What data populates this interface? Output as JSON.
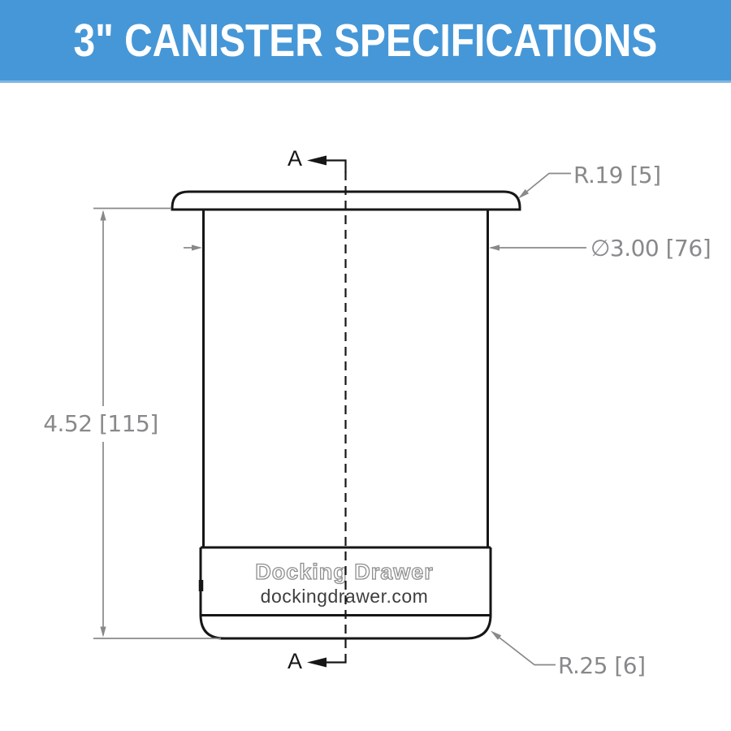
{
  "header": {
    "title": "3\" CANISTER SPECIFICATIONS"
  },
  "section_markers": {
    "top_label": "A",
    "bottom_label": "A"
  },
  "dimensions": {
    "flange_radius": {
      "label": "R.19 [5]"
    },
    "outer_diameter": {
      "label": "∅3.00 [76]"
    },
    "overall_height": {
      "label": "4.52 [115]"
    },
    "bottom_radius": {
      "label": "R.25 [6]"
    }
  },
  "watermark": {
    "brand": "Docking Drawer",
    "website": "dockingdrawer.com"
  },
  "colors": {
    "header_bg": "#4697d7",
    "header_edge": "#7db7e4",
    "line": "#161616",
    "dimension": "#88898b",
    "watermark_outline": "#8e8e8e",
    "watermark_text": "#3e3e3e"
  }
}
